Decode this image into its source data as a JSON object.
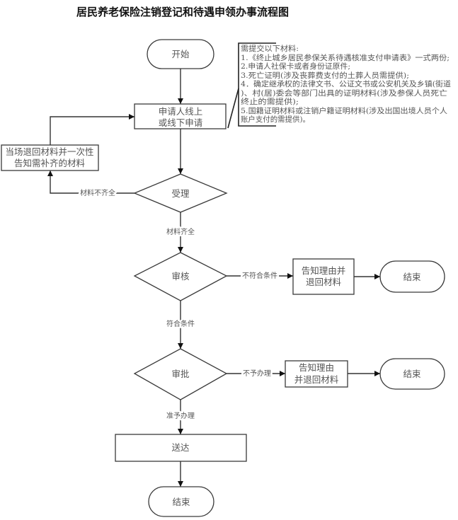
{
  "title": "居民养老保险注销登记和待遇申领办事流程图",
  "colors": {
    "line": "#333333",
    "text": "#555555",
    "title": "#111111",
    "background": "#ffffff"
  },
  "nodes": {
    "start": "开始",
    "apply": [
      "申请人线上",
      "或线下申请"
    ],
    "return_materials": [
      "当场退回材料并一次性",
      "告知需补齐的材料"
    ],
    "accept": "受理",
    "review": "审核",
    "review_reject": [
      "告知理由并",
      "退回材料"
    ],
    "review_end": "结束",
    "approve": "审批",
    "approve_reject": [
      "告知理由",
      "并退回材料"
    ],
    "approve_end": "结束",
    "deliver": "送达",
    "end": "结束"
  },
  "edges": {
    "incomplete": "材料不齐全",
    "complete": "材料齐全",
    "not_qualified": "不符合条件",
    "qualified": "符合条件",
    "not_approved": "不予办理",
    "approved": "准予办理"
  },
  "annotation": {
    "lines": [
      "需提交以下材料:",
      "1.《终止城乡居民参保关系待遇核准支付申请表》一式两份;",
      "2.申请人社保卡或者身份证原件;",
      "3.死亡证明(涉及丧葬费支付的土葬人员需提供);",
      "4．确定继承权的法律文书、公证文书或公安机关及乡镇(街道",
      ")、村(居)委会等部门出具的证明材料(涉及参保人员死亡",
      "终止的需提供);",
      "5.国籍证明材料或注销户籍证明材料(涉及出国出境人员个人",
      "账户支付的需提供)。"
    ]
  }
}
